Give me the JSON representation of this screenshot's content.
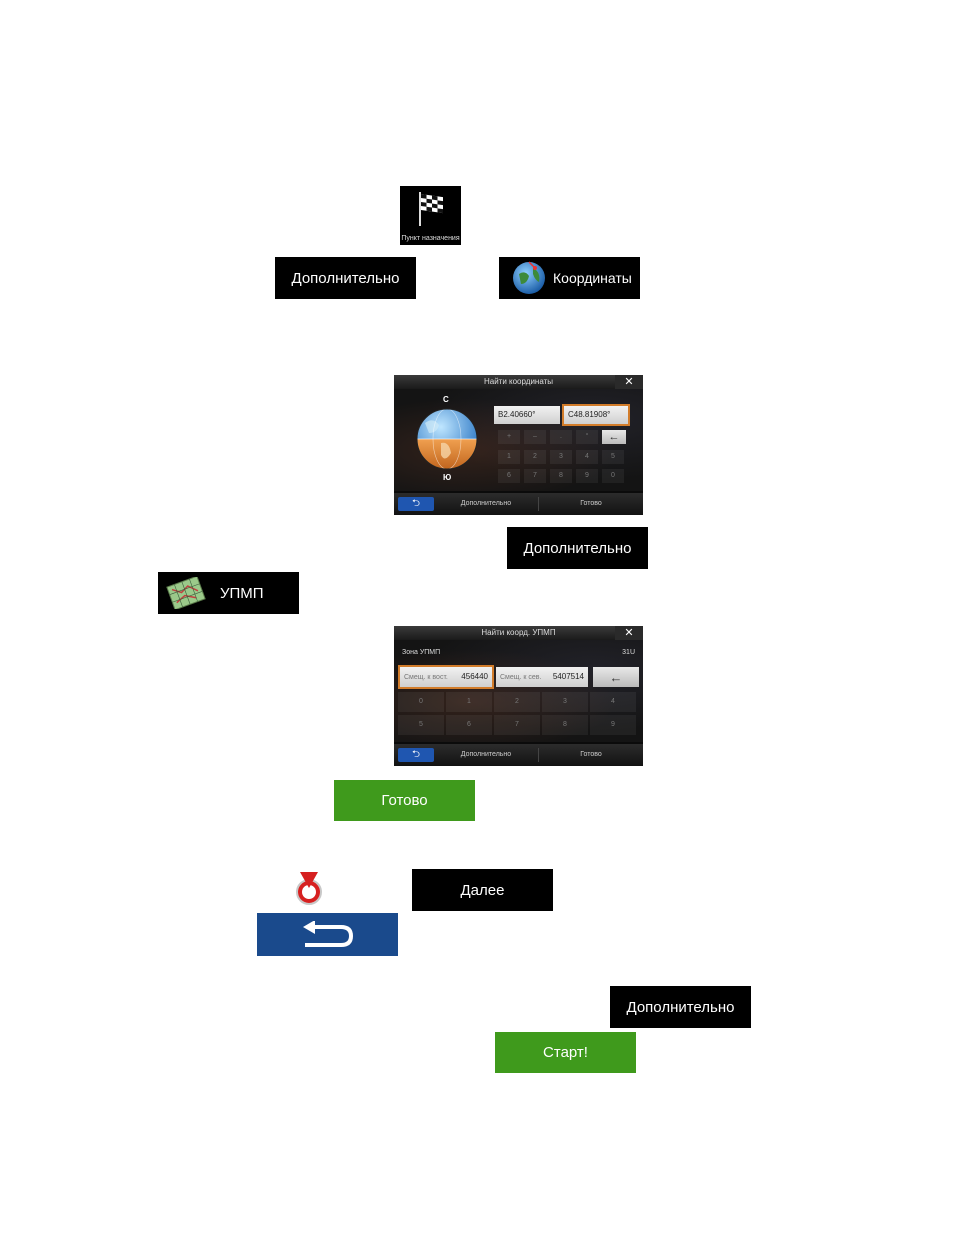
{
  "destination_icon": {
    "label": "Пункт назначения",
    "icon": "checkered-flag-icon"
  },
  "buttons": {
    "more_1": "Дополнительно",
    "coordinates": "Координаты",
    "more_2": "Дополнительно",
    "utm": "УПМП",
    "done": "Готово",
    "next": "Далее",
    "more_3": "Дополнительно",
    "start": "Старт!"
  },
  "screen1": {
    "title": "Найти координаты",
    "north": "С",
    "south": "Ю",
    "lon_field": "В2.40660°",
    "lat_field": "С48.81908°",
    "keys_row1": [
      "+",
      "–",
      ".",
      "°"
    ],
    "keys_row2": [
      "1",
      "2",
      "3",
      "4",
      "5"
    ],
    "keys_row3": [
      "6",
      "7",
      "8",
      "9",
      "0"
    ],
    "bottom_more": "Дополнительно",
    "bottom_done": "Готово"
  },
  "screen2": {
    "title": "Найти коорд. УПМП",
    "zone_label": "Зона УПМП",
    "zone_value": "31U",
    "east_label": "Смещ. к вост.",
    "east_value": "456440",
    "north_label": "Смещ. к сев.",
    "north_value": "5407514",
    "keys_row1": [
      "0",
      "1",
      "2",
      "3",
      "4"
    ],
    "keys_row2": [
      "5",
      "6",
      "7",
      "8",
      "9"
    ],
    "bottom_more": "Дополнительно",
    "bottom_done": "Готово"
  },
  "colors": {
    "green": "#3f9a1c",
    "blue": "#1a4a8c",
    "active_orange": "#d27c2a"
  }
}
